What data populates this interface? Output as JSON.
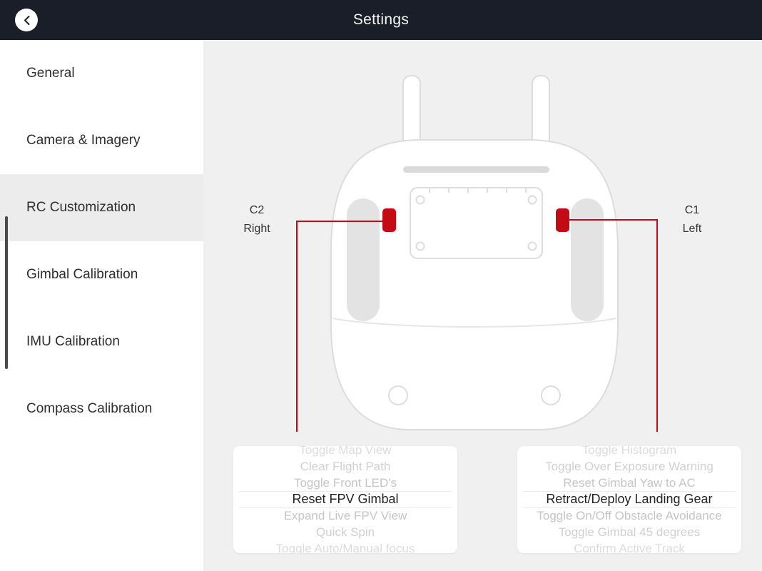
{
  "header": {
    "title": "Settings"
  },
  "sidebar": {
    "items": [
      {
        "label": "General",
        "selected": false
      },
      {
        "label": "Camera & Imagery",
        "selected": false
      },
      {
        "label": "RC Customization",
        "selected": true
      },
      {
        "label": "Gimbal Calibration",
        "selected": false
      },
      {
        "label": "IMU Calibration",
        "selected": false
      },
      {
        "label": "Compass Calibration",
        "selected": false
      }
    ]
  },
  "main": {
    "c2": {
      "name": "C2",
      "position": "Right"
    },
    "c1": {
      "name": "C1",
      "position": "Left"
    },
    "c2_picker": {
      "items": [
        "Toggle Map View",
        "Clear Flight Path",
        "Toggle Front LED's",
        "Reset FPV Gimbal",
        "Expand Live FPV View",
        "Quick Spin",
        "Toggle Auto/Manual focus"
      ],
      "selected_index": 3,
      "selected_item": "Reset FPV Gimbal"
    },
    "c1_picker": {
      "items": [
        "Toggle Histogram",
        "Toggle Over Exposure Warning",
        "Reset Gimbal Yaw to AC",
        "Retract/Deploy Landing Gear",
        "Toggle On/Off Obstacle Avoidance",
        "Toggle Gimbal 45 degrees",
        "Confirm Active Track"
      ],
      "selected_index": 3,
      "selected_item": "Retract/Deploy Landing Gear"
    }
  },
  "colors": {
    "accent_red": "#c30b16",
    "header_bg": "#1a1e29"
  }
}
